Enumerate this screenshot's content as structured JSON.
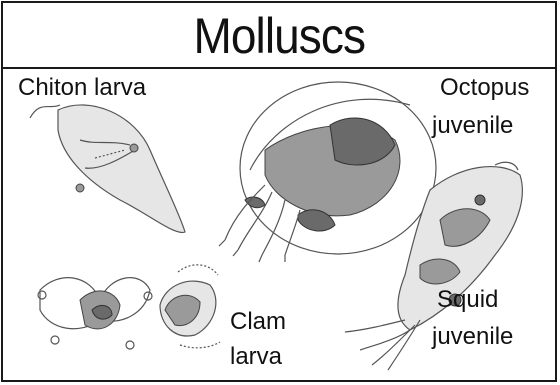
{
  "title": "Molluscs",
  "labels": {
    "chiton": "Chiton larva",
    "octopus_line1": "Octopus",
    "octopus_line2": "juvenile",
    "squid_line1": "Squid",
    "squid_line2": "juvenile",
    "clam_line1": "Clam",
    "clam_line2": "larva"
  }
}
